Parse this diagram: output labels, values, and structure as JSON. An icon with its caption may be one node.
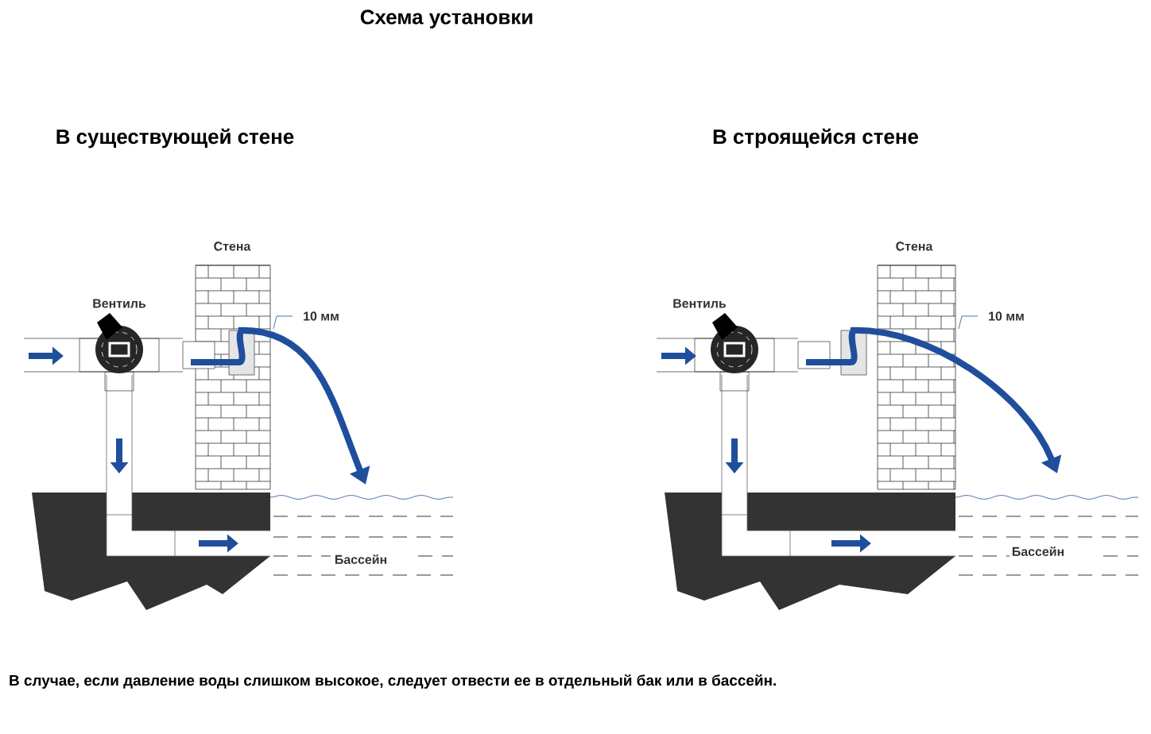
{
  "diagram": {
    "title": "Схема установки",
    "caption": "В случае, если давление воды слишком высокое, следует отвести ее в отдельный бак или в бассейн.",
    "labels": [
      "В существующей стене",
      "В строящейся стене",
      "Стена",
      "Вентиль",
      "10 мм",
      "Бассейн",
      "Стена",
      "Вентиль",
      "10 мм",
      "Бассейн"
    ]
  }
}
